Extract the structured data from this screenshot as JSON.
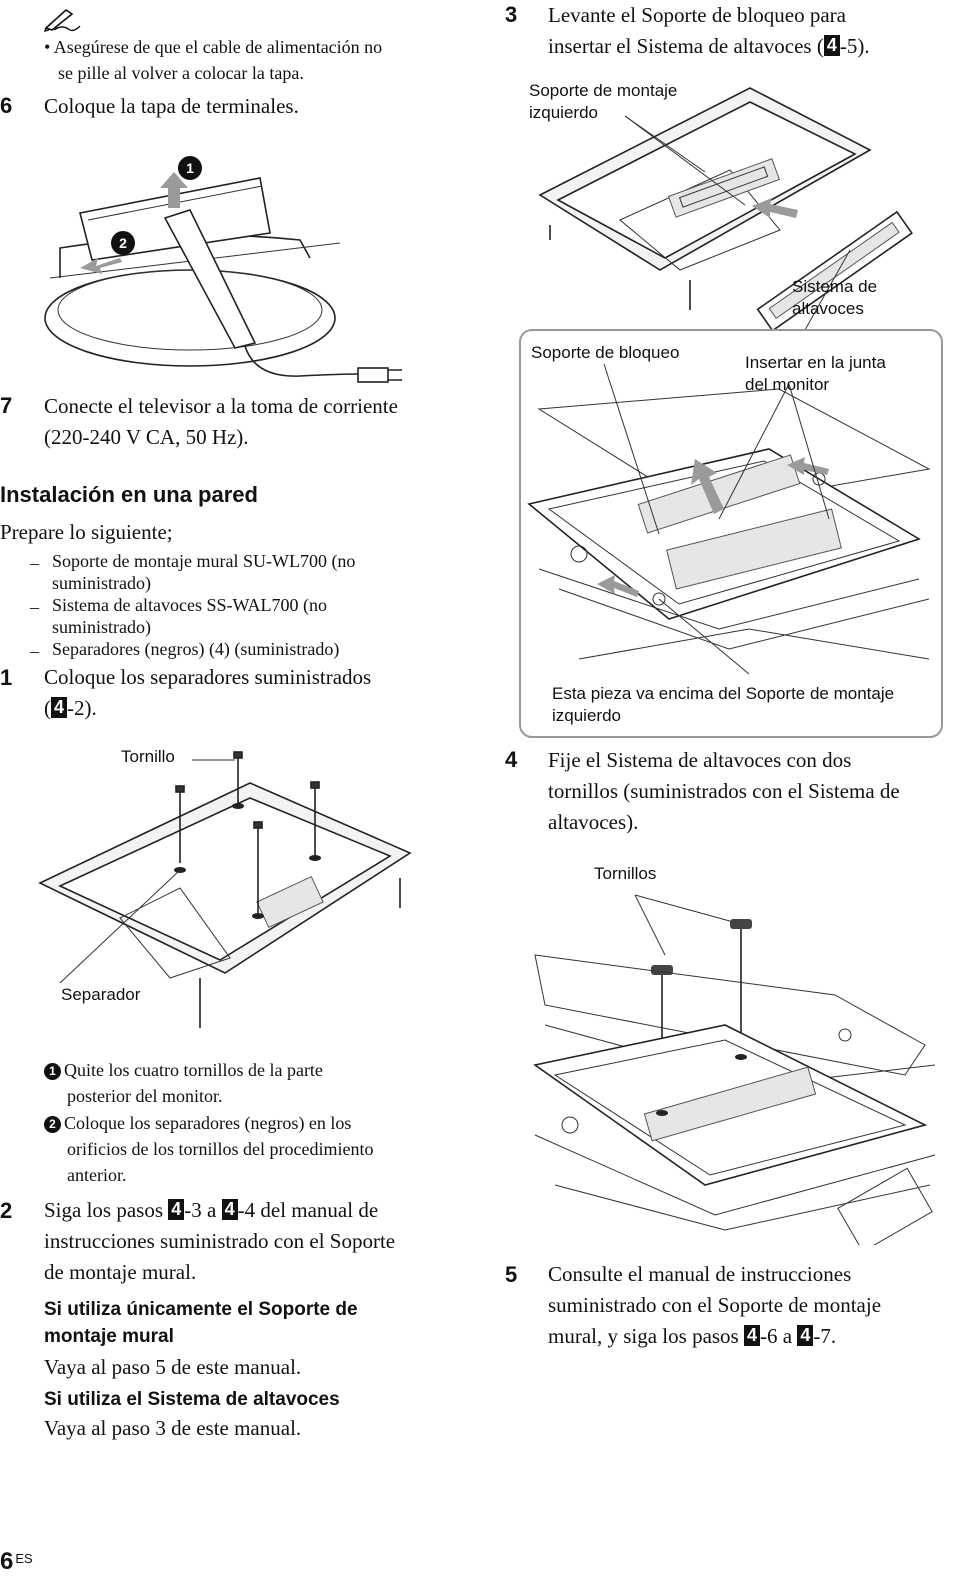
{
  "left": {
    "note_bullet": "• Asegúrese de que el cable de alimentación no se pille al volver a colocar la tapa.",
    "note_line1": "• Asegúrese de que el cable de alimentación no",
    "note_line2": "se pille al volver a colocar la tapa.",
    "step6": {
      "num": "6",
      "text": "Coloque la tapa de terminales."
    },
    "fig1_badges": [
      "1",
      "2"
    ],
    "step7": {
      "num": "7",
      "line1": "Conecte el televisor a la toma de corriente",
      "line2": "(220-240 V CA, 50 Hz)."
    },
    "section_title": "Instalación en una pared",
    "prepare": "Prepare lo siguiente;",
    "items": [
      {
        "line1": "Soporte de montaje mural SU-WL700 (no",
        "line2": "suministrado)"
      },
      {
        "line1": "Sistema de altavoces SS-WAL700 (no",
        "line2": "suministrado)"
      },
      {
        "line1": "Separadores (negros) (4) (suministrado)",
        "line2": ""
      }
    ],
    "item_dash": "–",
    "step1": {
      "num": "1",
      "line1": "Coloque los separadores suministrados",
      "open": "(",
      "box": "4",
      "rest": "-2)."
    },
    "fig2_labels": {
      "tornillo": "Tornillo",
      "separador": "Separador"
    },
    "sub1": {
      "badge": "1",
      "line1": "Quite los cuatro tornillos de la parte",
      "line2": "posterior del monitor."
    },
    "sub2": {
      "badge": "2",
      "line1": "Coloque los separadores (negros) en los",
      "line2": "orificios de los tornillos del procedimiento",
      "line3": "anterior."
    },
    "step2": {
      "num": "2",
      "pre": "Siga los pasos ",
      "box1": "4",
      "mid1": "-3 a ",
      "box2": "4",
      "mid2": "-4 del manual de",
      "line2": "instrucciones suministrado con el Soporte",
      "line3": "de montaje mural."
    },
    "h_only_mount_l1": "Si utiliza únicamente el Soporte de",
    "h_only_mount_l2": "montaje mural",
    "go_step5": "Vaya al paso 5 de este manual.",
    "h_speaker": "Si utiliza el Sistema de altavoces",
    "go_step3": "Vaya al paso 3 de este manual."
  },
  "right": {
    "step3": {
      "num": "3",
      "line1": "Levante el Soporte de bloqueo para",
      "line2a": "insertar el Sistema de altavoces (",
      "box": "4",
      "line2b": "-5)."
    },
    "fig3_labels": {
      "soporte_izq_l1": "Soporte de montaje",
      "soporte_izq_l2": "izquierdo",
      "sistema_l1": "Sistema de",
      "sistema_l2": "altavoces",
      "bloqueo": "Soporte de bloqueo",
      "insertar_l1": "Insertar en la junta",
      "insertar_l2": "del monitor",
      "pieza_l1": "Esta pieza va encima del Soporte de montaje",
      "pieza_l2": "izquierdo"
    },
    "step4": {
      "num": "4",
      "line1": "Fije el Sistema de altavoces con dos",
      "line2": "tornillos (suministrados con el Sistema de",
      "line3": "altavoces)."
    },
    "fig4_label": "Tornillos",
    "step5": {
      "num": "5",
      "line1": "Consulte el manual de instrucciones",
      "line2": "suministrado con el Soporte de montaje",
      "line3a": "mural, y siga los pasos ",
      "box1": "4",
      "mid": "-6 a ",
      "box2": "4",
      "end": "-7."
    }
  },
  "footer": {
    "page": "6",
    "lang": "ES"
  }
}
